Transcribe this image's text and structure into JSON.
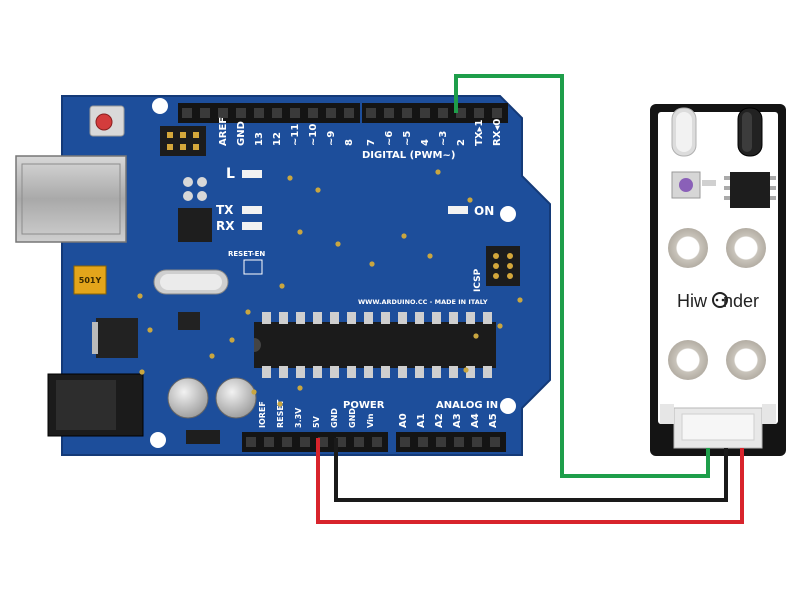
{
  "board": {
    "digital_header": "DIGITAL (PWM~)",
    "digital_pins": [
      "7",
      "~6",
      "~5",
      "4",
      "~3",
      "2",
      "TX▸1",
      "RX◂0"
    ],
    "upper_pins": [
      "AREF",
      "GND",
      "13",
      "12",
      "~11",
      "~10",
      "~9",
      "8"
    ],
    "led_l": "L",
    "led_tx": "TX",
    "led_rx": "RX",
    "led_on": "ON",
    "icsp": "ICSP",
    "reset_en": "RESET-EN",
    "website": "WWW.ARDUINO.CC - MADE IN ITALY",
    "fuse": "501Y",
    "power_header": "POWER",
    "analog_header": "ANALOG IN",
    "power_pins": [
      "IOREF",
      "RESET",
      "3.3V",
      "5V",
      "GND",
      "GND",
      "Vin"
    ],
    "analog_pins": [
      "A0",
      "A1",
      "A2",
      "A3",
      "A4",
      "A5"
    ]
  },
  "module": {
    "brand_left": "Hiw",
    "brand_right": "nder"
  },
  "wires": {
    "signal_color": "#1e9e4a",
    "ground_color": "#1a1a1a",
    "power_color": "#d8242c"
  },
  "colors": {
    "board": "#1d4e9b",
    "board_edge": "#143a78"
  }
}
